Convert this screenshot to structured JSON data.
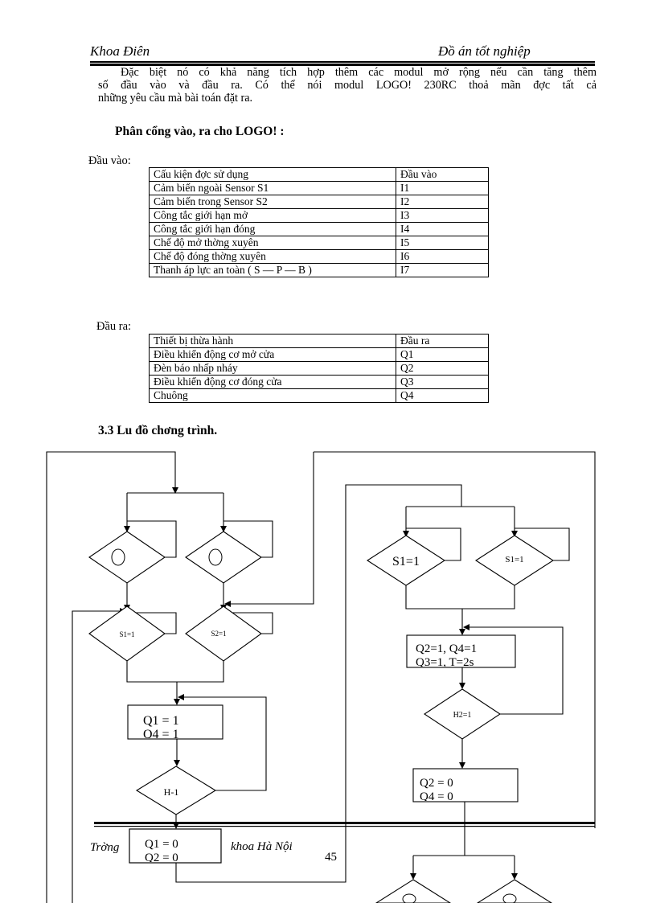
{
  "header": {
    "left": "Khoa Điên",
    "right": "Đồ án tốt nghiệp"
  },
  "paragraph": [
    "Đặc biệt nó có khả năng tích hợp thêm các modul mở rộng nếu cần tăng thêm",
    "số đầu vào và đầu ra. Có thể nói modul LOGO! 230RC  thoả mãn đợc   tất cả",
    "những yêu cầu mà bài toán đặt ra."
  ],
  "io_heading": "Phân cổng vào, ra cho LOGO! :",
  "inputs": {
    "label": "Đầu vào:",
    "header": [
      "Cấu kiện đợc   sử dụng",
      "Đầu vào"
    ],
    "rows": [
      [
        "Cảm biến ngoài Sensor S1",
        "I1"
      ],
      [
        "Cảm biến trong Sensor S2",
        "I2"
      ],
      [
        "Công tắc giới hạn mở",
        "I3"
      ],
      [
        "Công tắc giới hạn đóng",
        "I4"
      ],
      [
        "Chế độ mở thờng   xuyên",
        "I5"
      ],
      [
        "Chế độ đóng thờng   xuyên",
        "I6"
      ],
      [
        "Thanh áp lực an toàn ( S — P — B )",
        "I7"
      ]
    ]
  },
  "outputs": {
    "label": "Đầu ra:",
    "header": [
      "Thiết bị thừa hành",
      "Đầu ra"
    ],
    "rows": [
      [
        "Điều khiển động cơ mở cửa",
        "Q1"
      ],
      [
        "Đèn báo nhấp nháy",
        "Q2"
      ],
      [
        "Điều khiển động cơ đóng cửa",
        "Q3"
      ],
      [
        "Chuông",
        "Q4"
      ]
    ]
  },
  "section_title": "3.3 Lu   đồ chơng   trình.",
  "flowchart": {
    "left": {
      "d1": "O",
      "d2": "O",
      "d3": "S1=1",
      "d4": "S2=1",
      "box1_line1": "Q1 = 1",
      "box1_line2": "Q4 = 1",
      "d5": "H-1",
      "box2_line1": "Q1 = 0",
      "box2_line2": "Q2 = 0"
    },
    "right": {
      "d1": "S1=1",
      "d2": "S1=1",
      "box1_line1": "Q2=1, Q4=1",
      "box1_line2": "Q3=1, T=2s",
      "d3": "H2=1",
      "box2_line1": "Q2 = 0",
      "box2_line2": "Q4 = 0"
    }
  },
  "footer": {
    "left": "Trờng",
    "middle": "khoa Hà Nội",
    "page": "45"
  }
}
